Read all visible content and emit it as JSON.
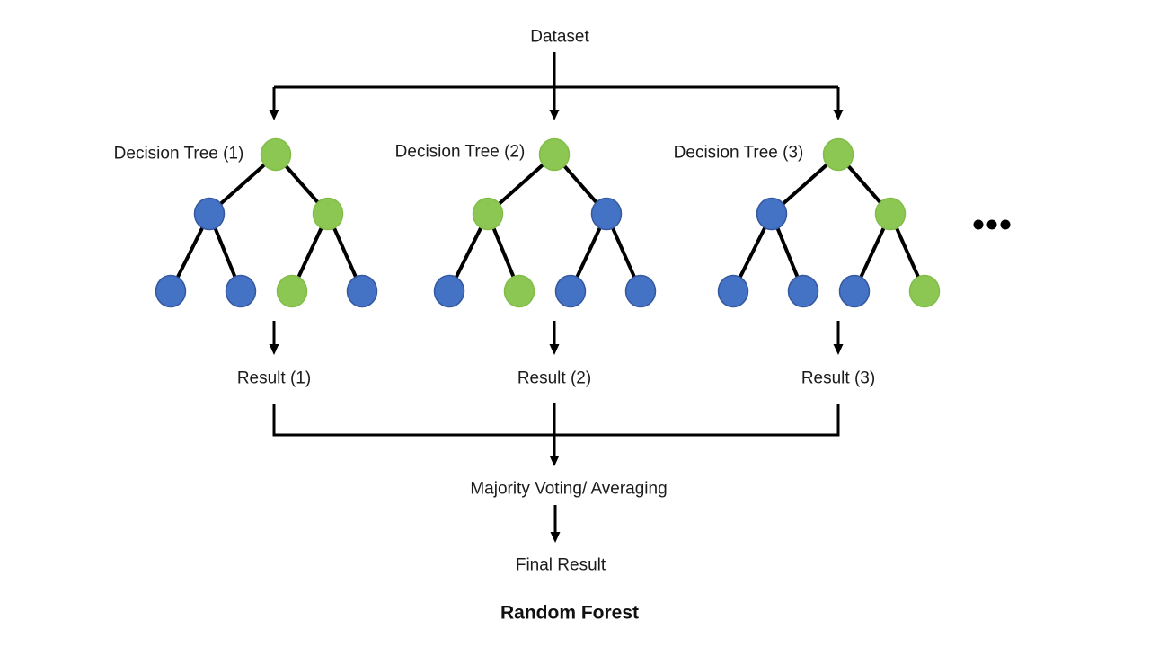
{
  "diagram": {
    "dataset_label": "Dataset",
    "ellipsis": "...",
    "aggregation_label": "Majority Voting/ Averaging",
    "final_result_label": "Final Result",
    "title": "Random Forest"
  },
  "colors": {
    "green_node": "#8CC653",
    "green_node_border": "#82BC49",
    "blue_node": "#4472C4",
    "blue_node_border": "#35589E",
    "line": "#000000"
  },
  "trees": [
    {
      "label": "Decision Tree (1)",
      "result_label": "Result (1)",
      "nodes": {
        "root": "green",
        "left": "blue",
        "right": "green",
        "leaves": [
          "blue",
          "blue",
          "green",
          "blue"
        ]
      }
    },
    {
      "label": "Decision Tree (2)",
      "result_label": "Result (2)",
      "nodes": {
        "root": "green",
        "left": "green",
        "right": "blue",
        "leaves": [
          "blue",
          "green",
          "blue",
          "blue"
        ]
      }
    },
    {
      "label": "Decision Tree (3)",
      "result_label": "Result (3)",
      "nodes": {
        "root": "green",
        "left": "blue",
        "right": "green",
        "leaves": [
          "blue",
          "blue",
          "blue",
          "green"
        ]
      }
    }
  ]
}
